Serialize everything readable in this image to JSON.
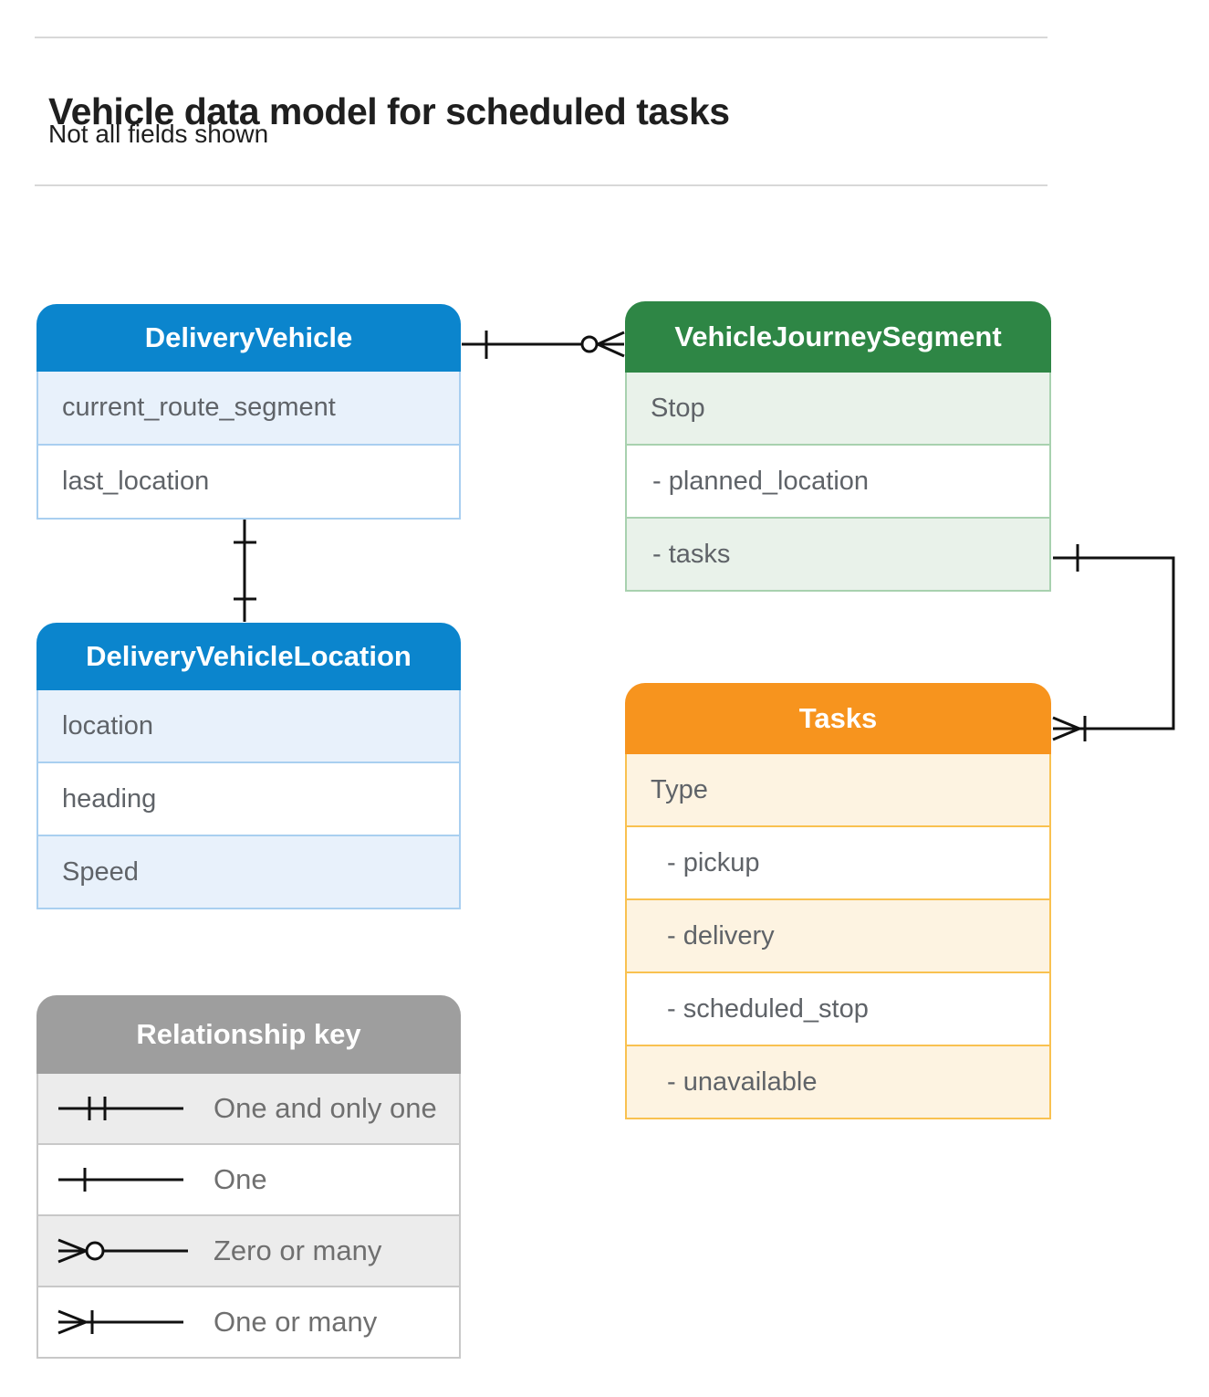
{
  "page": {
    "title": "Vehicle data model for scheduled tasks",
    "subtitle": "Not all fields shown"
  },
  "colors": {
    "blue_header": "#0b85cd",
    "green_header": "#2e8645",
    "orange_header": "#f7941e",
    "gray_header": "#9e9e9e",
    "row_text": "#5f6368",
    "connector": "#111111"
  },
  "entities": {
    "delivery_vehicle": {
      "title": "DeliveryVehicle",
      "rows": [
        {
          "label": "current_route_segment"
        },
        {
          "label": "last_location"
        }
      ]
    },
    "vehicle_journey_segment": {
      "title": "VehicleJourneySegment",
      "rows": [
        {
          "label": "Stop"
        },
        {
          "label": "- planned_location"
        },
        {
          "label": "- tasks"
        }
      ]
    },
    "delivery_vehicle_location": {
      "title": "DeliveryVehicleLocation",
      "rows": [
        {
          "label": "location"
        },
        {
          "label": "heading"
        },
        {
          "label": "Speed"
        }
      ]
    },
    "tasks": {
      "title": "Tasks",
      "rows": [
        {
          "label": "Type"
        },
        {
          "label": "- pickup"
        },
        {
          "label": "- delivery"
        },
        {
          "label": "- scheduled_stop"
        },
        {
          "label": "- unavailable"
        }
      ]
    }
  },
  "relationships": [
    {
      "from": "DeliveryVehicle",
      "to": "VehicleJourneySegment",
      "from_cardinality": "one",
      "to_cardinality": "zero-or-many"
    },
    {
      "from": "DeliveryVehicle",
      "to": "DeliveryVehicleLocation",
      "from_cardinality": "one",
      "to_cardinality": "one"
    },
    {
      "from": "VehicleJourneySegment.tasks",
      "to": "Tasks",
      "from_cardinality": "one",
      "to_cardinality": "one-or-many"
    }
  ],
  "legend": {
    "title": "Relationship key",
    "items": [
      {
        "symbol": "one-and-only-one",
        "label": "One and only one"
      },
      {
        "symbol": "one",
        "label": "One"
      },
      {
        "symbol": "zero-or-many",
        "label": "Zero or many"
      },
      {
        "symbol": "one-or-many",
        "label": "One or many"
      }
    ]
  }
}
